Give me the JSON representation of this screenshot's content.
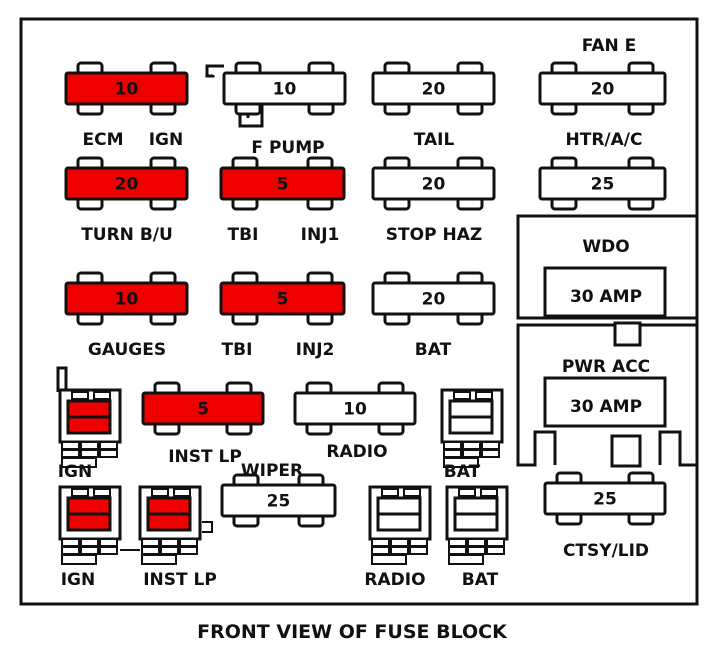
{
  "title": "FRONT VIEW OF FUSE BLOCK",
  "colors": {
    "red": "#ee0000",
    "white": "#ffffff",
    "line": "#111111"
  },
  "fan_label": "FAN E",
  "fuses": [
    {
      "rating": "10",
      "labels": [
        "ECM",
        "IGN"
      ],
      "color": "red"
    },
    {
      "rating": "10",
      "labels": [
        "F PUMP"
      ],
      "color": "white"
    },
    {
      "rating": "20",
      "labels": [
        "TAIL"
      ],
      "color": "white"
    },
    {
      "rating": "20",
      "labels": [
        "HTR/A/C"
      ],
      "color": "white"
    },
    {
      "rating": "20",
      "labels": [
        "TURN B/U"
      ],
      "color": "red"
    },
    {
      "rating": "5",
      "labels": [
        "TBI",
        "INJ1"
      ],
      "color": "red"
    },
    {
      "rating": "20",
      "labels": [
        "STOP HAZ"
      ],
      "color": "white"
    },
    {
      "rating": "25",
      "labels": [],
      "color": "white"
    },
    {
      "rating": "10",
      "labels": [
        "GAUGES"
      ],
      "color": "red"
    },
    {
      "rating": "5",
      "labels": [
        "TBI",
        "INJ2"
      ],
      "color": "red"
    },
    {
      "rating": "20",
      "labels": [
        "BAT"
      ],
      "color": "white"
    },
    {
      "rating": "5",
      "labels": [
        "INST LP"
      ],
      "color": "red"
    },
    {
      "rating": "10",
      "labels": [
        "RADIO"
      ],
      "color": "white"
    },
    {
      "rating": "25",
      "labels": [
        "WIPER"
      ],
      "color": "white"
    },
    {
      "rating": "25",
      "labels": [
        "CTSY/LID"
      ],
      "color": "white"
    }
  ],
  "mini_fuses": [
    {
      "label": "IGN",
      "color": "red"
    },
    {
      "label": "BAT",
      "color": "white"
    },
    {
      "label": "IGN",
      "color": "red"
    },
    {
      "label": "INST LP",
      "color": "red"
    },
    {
      "label": "RADIO",
      "color": "white"
    },
    {
      "label": "BAT",
      "color": "white"
    }
  ],
  "breakers": [
    {
      "name": "WDO",
      "rating": "30 AMP"
    },
    {
      "name": "PWR ACC",
      "rating": "30 AMP"
    }
  ]
}
